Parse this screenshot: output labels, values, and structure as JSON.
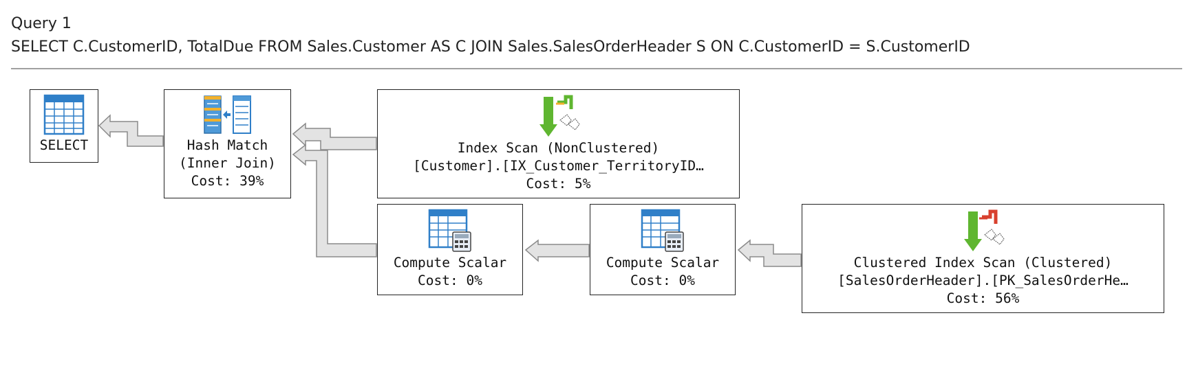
{
  "query": {
    "title": "Query 1",
    "sql": "SELECT C.CustomerID, TotalDue FROM Sales.Customer AS C JOIN Sales.SalesOrderHeader S ON C.CustomerID = S.CustomerID"
  },
  "operators": {
    "select": {
      "label": "SELECT",
      "icon": "select-table-icon"
    },
    "hash_match": {
      "line1": "Hash Match",
      "line2": "(Inner Join)",
      "cost": "Cost: 39%",
      "icon": "hash-match-icon"
    },
    "index_scan": {
      "line1": "Index Scan (NonClustered)",
      "line2": "[Customer].[IX_Customer_TerritoryID…",
      "cost": "Cost: 5%",
      "icon": "index-scan-icon"
    },
    "compute_scalar_1": {
      "line1": "Compute Scalar",
      "cost": "Cost: 0%",
      "icon": "compute-scalar-icon"
    },
    "compute_scalar_2": {
      "line1": "Compute Scalar",
      "cost": "Cost: 0%",
      "icon": "compute-scalar-icon"
    },
    "clustered_index_scan": {
      "line1": "Clustered Index Scan (Clustered)",
      "line2": "[SalesOrderHeader].[PK_SalesOrderHe…",
      "cost": "Cost: 56%",
      "icon": "clustered-index-scan-icon"
    }
  },
  "colors": {
    "arrow_fill": "#e3e3e3",
    "arrow_stroke": "#8a8a8a",
    "icon_blue": "#2f7fc8",
    "icon_green": "#5fb630",
    "icon_red": "#d8402e"
  }
}
